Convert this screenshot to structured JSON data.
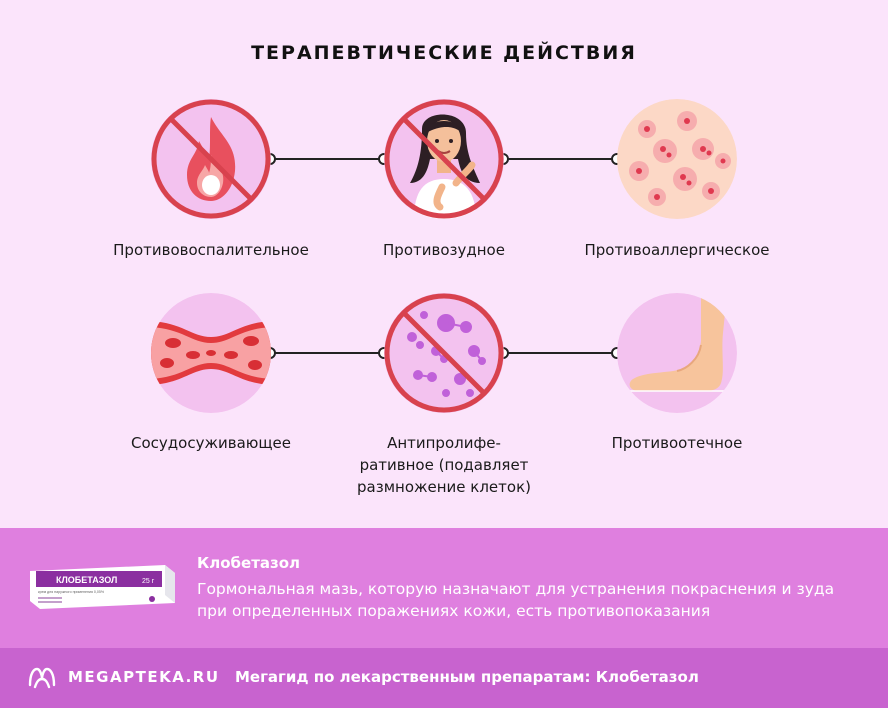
{
  "header": {
    "title": "ТЕРАПЕВТИЧЕСКИЕ ДЕЙСТВИЯ"
  },
  "actions": [
    {
      "label": "Противовоспалительное",
      "icon": "fire-icon"
    },
    {
      "label": "Противозудное",
      "icon": "scratching-woman-icon"
    },
    {
      "label": "Противоаллергическое",
      "icon": "rash-skin-icon"
    },
    {
      "label": "Сосудосуживающее",
      "icon": "blood-vessel-icon"
    },
    {
      "label": "Антипролифе-\nративное (подавляет\nразмножение клеток)",
      "icon": "cells-icon"
    },
    {
      "label": "Противоотечное",
      "icon": "foot-icon"
    }
  ],
  "drug": {
    "name": "Клобетазол",
    "description": "Гормональная мазь, которую назначают для устранения покраснения и зуда при определенных поражениях кожи, есть противопоказания",
    "box_brand": "КЛОБЕТАЗОЛ",
    "box_weight": "25 г",
    "box_subtitle": "крем для наружного применения 0,05%"
  },
  "footer": {
    "logo_text": "MEGAPTEKA.RU",
    "caption": "Мегагид по лекарственным препаратам: Клобетазол"
  },
  "colors": {
    "background": "#fbe4fb",
    "circle_fill": "#f3c2ef",
    "prohibit_red": "#d8424e",
    "band": "#df7fdf",
    "footer": "#c863cf"
  }
}
